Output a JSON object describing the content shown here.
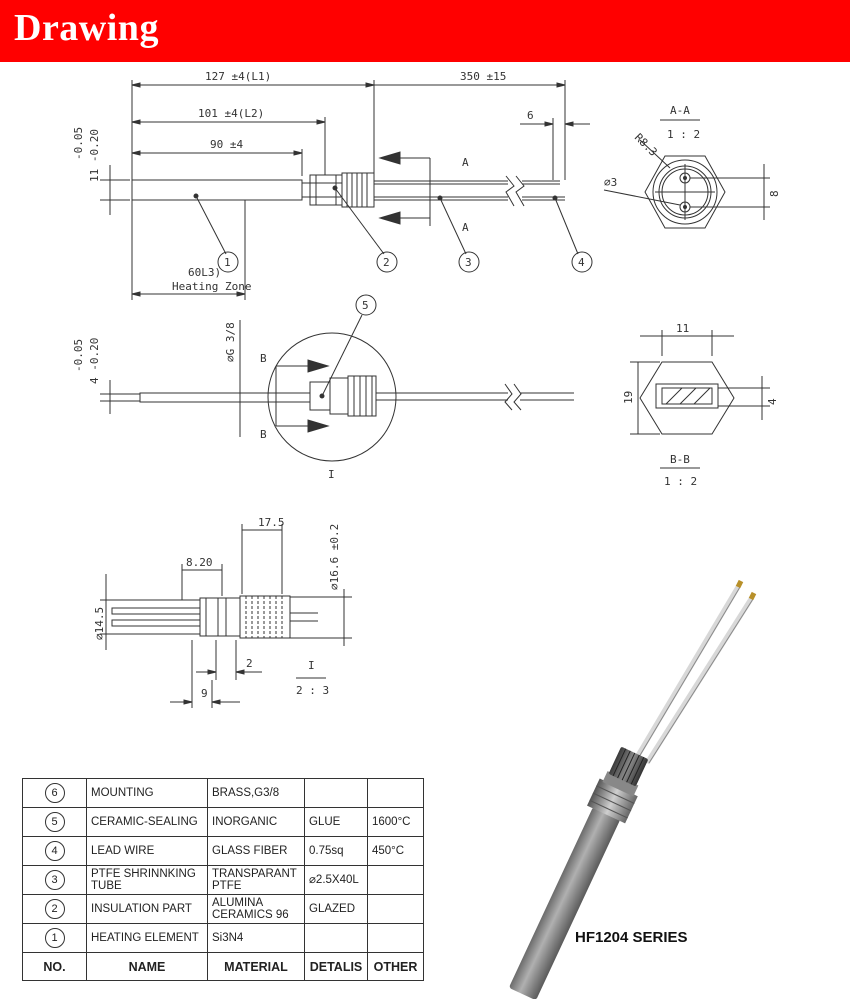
{
  "header": {
    "title": "Drawing"
  },
  "dimensions": {
    "l1": "127 ±4(L1)",
    "l2": "101 ±4(L2)",
    "d90": "90 ±4",
    "d350": "350 ±15",
    "d6": "6",
    "tol_top_a": "-0.05",
    "tol_top_b": "11 -0.20",
    "heating_zone_len": "60L3)",
    "heating_zone_label": "Heating Zone",
    "section_label": "A",
    "tol_mid_a": "-0.05",
    "tol_mid_b": "4 -0.20",
    "thread": "G 3/8",
    "section_label_b": "B",
    "detail_ref": "I",
    "d17_5": "17.5",
    "d16_6": "16.6 ±0.2",
    "d8_20": "8.20",
    "d14_5": "14.5",
    "d2": "2",
    "d9": "9",
    "scale_2_3": "2 : 3",
    "aa_title": "A-A",
    "aa_scale": "1 : 2",
    "aa_r": "R8.3",
    "aa_hole": "3",
    "aa_pitch": "8",
    "bb_width": "11",
    "bb_height": "19",
    "bb_slot": "4",
    "bb_title": "B-B",
    "bb_scale": "1 : 2",
    "callouts": [
      "1",
      "2",
      "3",
      "4",
      "5"
    ]
  },
  "bom": {
    "rows": [
      {
        "no": "6",
        "name": "MOUNTING",
        "material": "BRASS,G3/8",
        "details": "",
        "other": ""
      },
      {
        "no": "5",
        "name": "CERAMIC-SEALING",
        "material": "INORGANIC",
        "details": "GLUE",
        "other": "1600°C"
      },
      {
        "no": "4",
        "name": "LEAD WIRE",
        "material": "GLASS FIBER",
        "details": "0.75sq",
        "other": "450°C"
      },
      {
        "no": "3",
        "name": "PTFE SHRINNKING TUBE",
        "material": "TRANSPARANT PTFE",
        "details": "⌀2.5X40L",
        "other": ""
      },
      {
        "no": "2",
        "name": "INSULATION PART",
        "material": "ALUMINA CERAMICS 96",
        "details": "GLAZED",
        "other": ""
      },
      {
        "no": "1",
        "name": "HEATING ELEMENT",
        "material": "Si3N4",
        "details": "",
        "other": ""
      }
    ],
    "headers": {
      "no": "NO.",
      "name": "NAME",
      "material": "MATERIAL",
      "details": "DETALIS",
      "other": "OTHER"
    }
  },
  "product": {
    "series": "HF1204 SERIES"
  }
}
